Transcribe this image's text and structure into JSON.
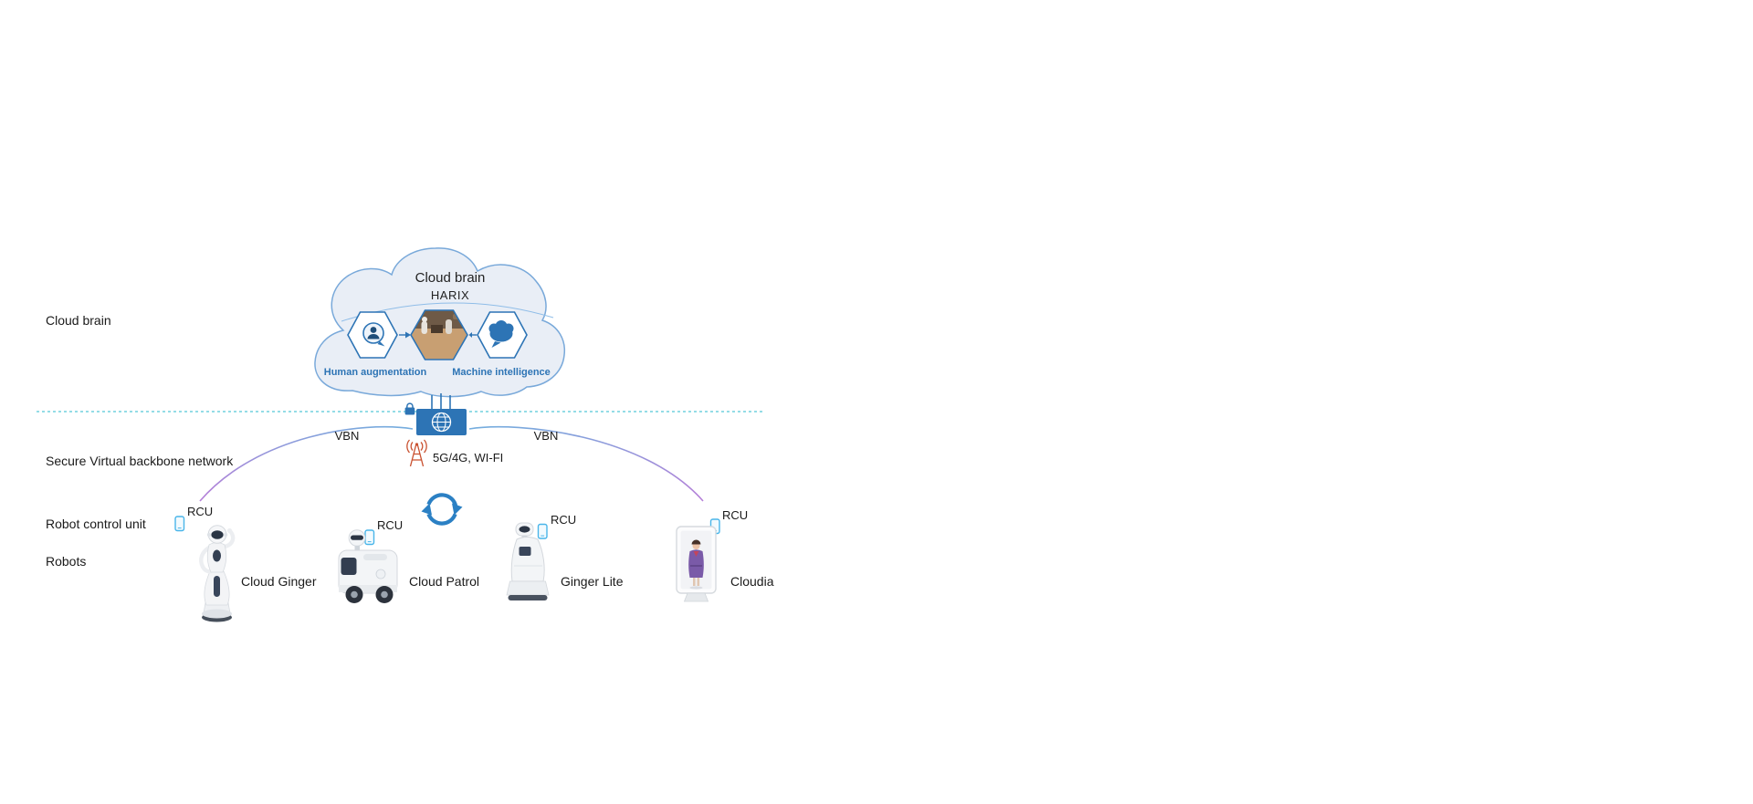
{
  "layers": {
    "cloud_brain": "Cloud brain",
    "secure_vbn": "Secure Virtual backbone network",
    "robot_control_unit": "Robot control unit",
    "robots": "Robots"
  },
  "cloud": {
    "title": "Cloud brain",
    "subtitle": "HARIX",
    "human_augmentation": "Human augmentation",
    "machine_intelligence": "Machine intelligence"
  },
  "network": {
    "vbn_left": "VBN",
    "vbn_right": "VBN",
    "wireless": "5G/4G, WI-FI"
  },
  "rcu_tags": [
    "RCU",
    "RCU",
    "RCU",
    "RCU"
  ],
  "robots": [
    {
      "name": "Cloud Ginger"
    },
    {
      "name": "Cloud Patrol"
    },
    {
      "name": "Ginger Lite"
    },
    {
      "name": "Cloudia"
    }
  ],
  "colors": {
    "accent_blue": "#2d74b5",
    "cloud_fill": "#e9eef6",
    "cloud_stroke": "#79a9da",
    "separator_teal": "#54c8d8",
    "separator_purple": "#c77fd8",
    "separator_blue": "#63a9e8",
    "tower_orange": "#c9502f",
    "phone_blue": "#49b5e9"
  }
}
